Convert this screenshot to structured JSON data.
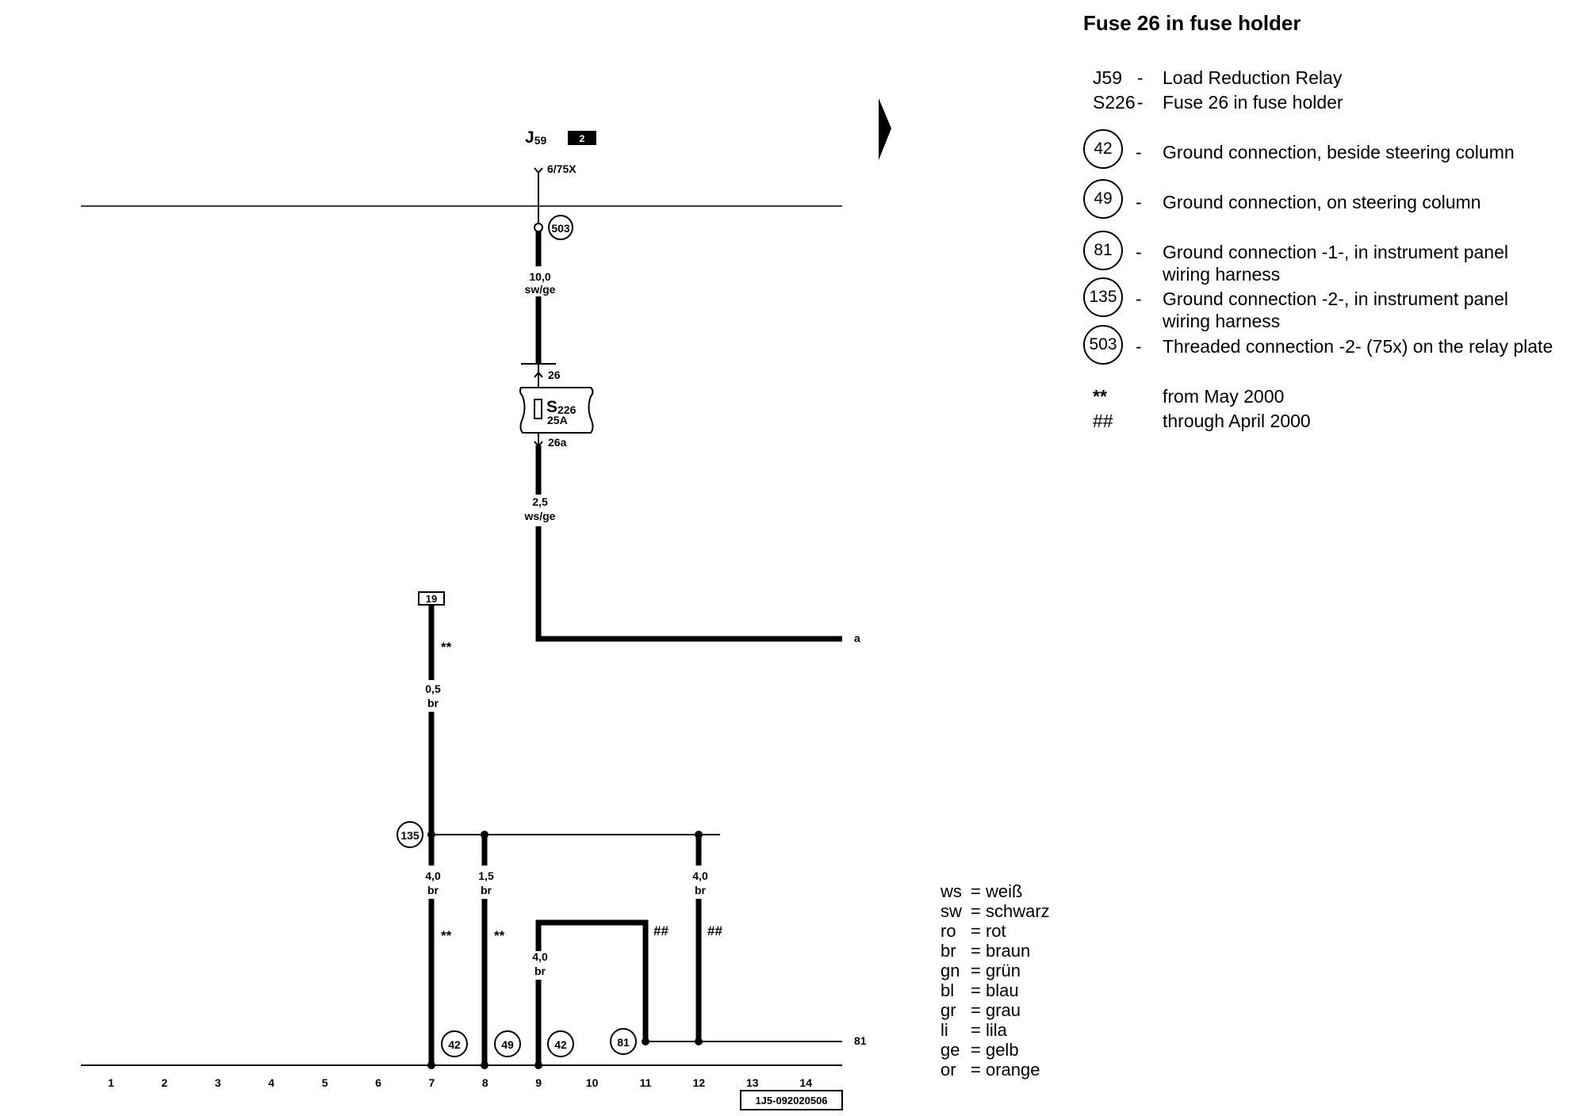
{
  "relay": {
    "name": "J",
    "sub": "59",
    "box_label": "2",
    "terminal": "6/75X"
  },
  "fuse": {
    "name": "S",
    "sub": "226",
    "rating": "25A",
    "in_pin": "26",
    "out_pin": "26a"
  },
  "connector_19": "19",
  "wires": {
    "w1": {
      "size": "10,0",
      "color": "sw/ge"
    },
    "w2": {
      "size": "2,5",
      "color": "ws/ge"
    },
    "w3": {
      "size": "0,5",
      "color": "br"
    },
    "w4": {
      "size": "4,0",
      "color": "br"
    },
    "w5": {
      "size": "1,5",
      "color": "br"
    },
    "w6": {
      "size": "4,0",
      "color": "br"
    },
    "w7": {
      "size": "4,0",
      "color": "br"
    }
  },
  "grounds": {
    "g503": "503",
    "g135": "135",
    "g42a": "42",
    "g49": "49",
    "g42b": "42",
    "g81": "81"
  },
  "markers": {
    "m_from": "**",
    "m_through": "##"
  },
  "continuation": {
    "a": "a",
    "n81": "81"
  },
  "ticks": [
    "1",
    "2",
    "3",
    "4",
    "5",
    "6",
    "7",
    "8",
    "9",
    "10",
    "11",
    "12",
    "13",
    "14"
  ],
  "diagram_id": "1J5-092020506",
  "legend": {
    "title": "Fuse 26 in fuse holder",
    "items": [
      {
        "code": "J59",
        "dash": "-",
        "desc": "Load Reduction Relay"
      },
      {
        "code": "S226",
        "dash": "-",
        "desc": "Fuse 26 in fuse holder"
      }
    ],
    "grounds": [
      {
        "num": "42",
        "dash": "-",
        "desc": "Ground connection, beside steering column"
      },
      {
        "num": "49",
        "dash": "-",
        "desc": "Ground connection, on steering column"
      },
      {
        "num": "81",
        "dash": "-",
        "desc": "Ground connection -1-, in instrument panel",
        "desc2": "wiring harness"
      },
      {
        "num": "135",
        "dash": "-",
        "desc": "Ground connection -2-, in instrument panel",
        "desc2": "wiring harness"
      },
      {
        "num": "503",
        "dash": "-",
        "desc": "Threaded connection -2- (75x) on the relay plate"
      }
    ],
    "notes": [
      {
        "sym": "**",
        "desc": "from May 2000"
      },
      {
        "sym": "##",
        "desc": "through April 2000"
      }
    ]
  },
  "color_key": [
    {
      "abbr": "ws",
      "name": "= weiß"
    },
    {
      "abbr": "sw",
      "name": "= schwarz"
    },
    {
      "abbr": "ro",
      "name": "= rot"
    },
    {
      "abbr": "br",
      "name": "= braun"
    },
    {
      "abbr": "gn",
      "name": "= grün"
    },
    {
      "abbr": "bl",
      "name": "= blau"
    },
    {
      "abbr": "gr",
      "name": "= grau"
    },
    {
      "abbr": "li",
      "name": "= lila"
    },
    {
      "abbr": "ge",
      "name": "= gelb"
    },
    {
      "abbr": "or",
      "name": "= orange"
    }
  ]
}
